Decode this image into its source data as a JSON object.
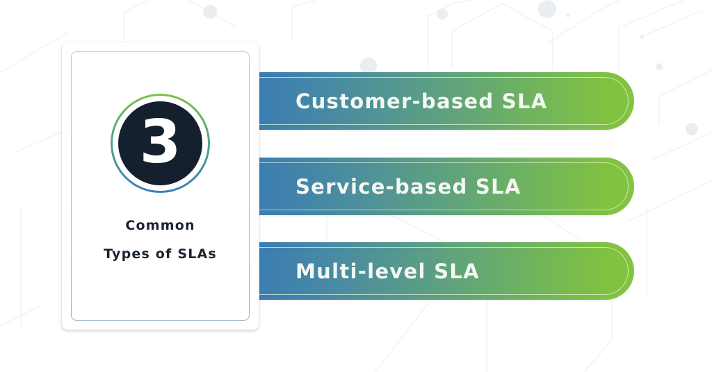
{
  "card": {
    "number": "3",
    "title_line1": "Common",
    "title_line2": "Types of SLAs"
  },
  "items": [
    {
      "label": "Customer-based SLA"
    },
    {
      "label": "Service-based SLA"
    },
    {
      "label": "Multi-level SLA"
    }
  ],
  "colors": {
    "bar_gradient_start": "#3a7db2",
    "bar_gradient_end": "#83c33e",
    "badge_fill": "#14202e",
    "title_text": "#1a2330",
    "bar_text": "#f4f7f2"
  }
}
